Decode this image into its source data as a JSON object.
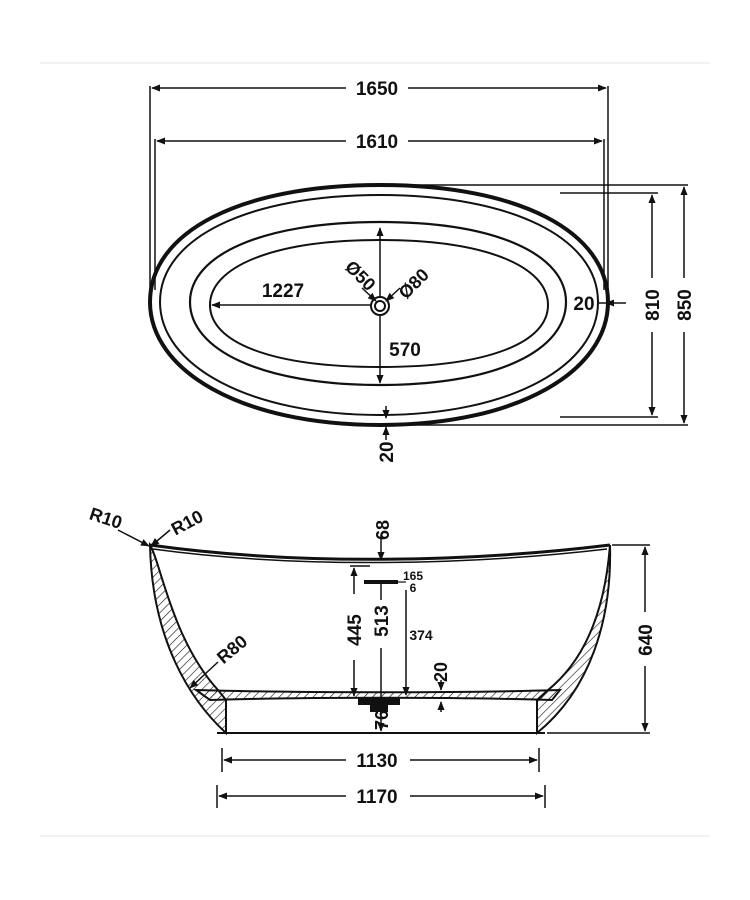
{
  "top_view": {
    "overall_length": "1650",
    "rim_length": "1610",
    "overall_width": "850",
    "rim_width": "810",
    "rim_thickness_side": "20",
    "rim_thickness_front": "20",
    "inner_length": "1227",
    "inner_width": "570",
    "drain_small_dia": "Ø50",
    "drain_large_dia": "Ø80"
  },
  "side_view": {
    "radius_outer": "R10",
    "radius_inner": "R10",
    "radius_bottom": "R80",
    "rim_drop": "68",
    "overflow_small": "165",
    "overflow_tiny": "6",
    "overflow_to_floor": "445",
    "overflow_to_bottom": "513",
    "water_depth": "374",
    "floor_thickness": "20",
    "base_height": "76",
    "overall_height": "640",
    "base_length": "1130",
    "bottom_length": "1170"
  },
  "colors": {
    "ink": "#111111",
    "background": "#ffffff",
    "divider": "#e6e6e6"
  }
}
